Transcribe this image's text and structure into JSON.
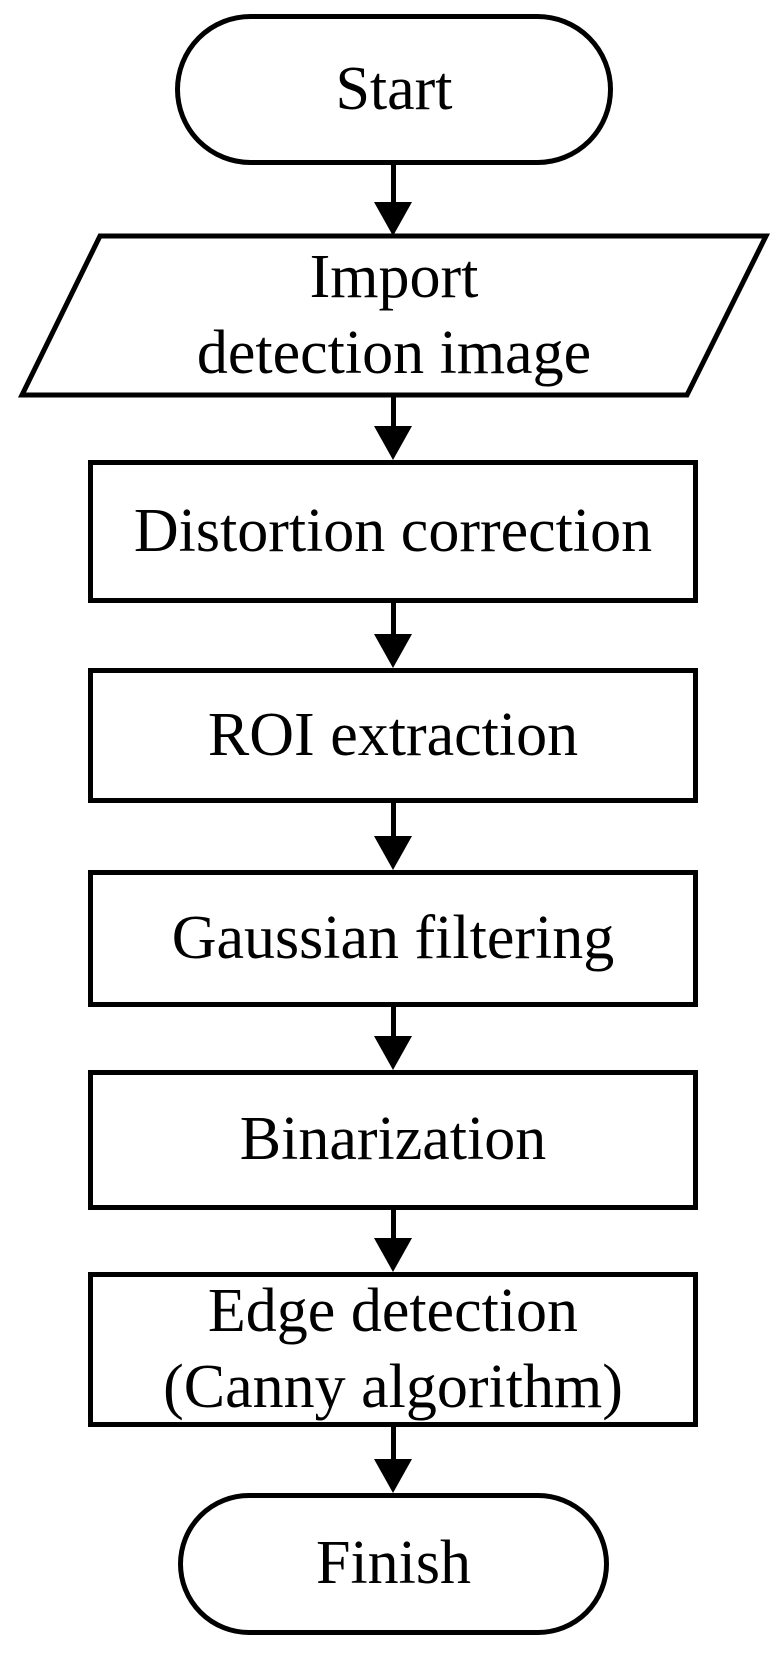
{
  "diagram": {
    "type": "flowchart",
    "background_color": "#ffffff",
    "stroke_color": "#000000",
    "text_color": "#000000",
    "nodes": {
      "start": {
        "shape": "terminator",
        "label": "Start"
      },
      "import": {
        "shape": "input-output-parallelogram",
        "line1": "Import",
        "line2": "detection image"
      },
      "distortion": {
        "shape": "process",
        "label": "Distortion correction"
      },
      "roi": {
        "shape": "process",
        "label": "ROI extraction"
      },
      "gaussian": {
        "shape": "process",
        "label": "Gaussian filtering"
      },
      "binarization": {
        "shape": "process",
        "label": "Binarization"
      },
      "edge": {
        "shape": "process",
        "line1": "Edge detection",
        "line2": "(Canny algorithm)"
      },
      "finish": {
        "shape": "terminator",
        "label": "Finish"
      }
    },
    "flow": [
      {
        "from": "start",
        "to": "import"
      },
      {
        "from": "import",
        "to": "distortion"
      },
      {
        "from": "distortion",
        "to": "roi"
      },
      {
        "from": "roi",
        "to": "gaussian"
      },
      {
        "from": "gaussian",
        "to": "binarization"
      },
      {
        "from": "binarization",
        "to": "edge"
      },
      {
        "from": "edge",
        "to": "finish"
      }
    ]
  }
}
